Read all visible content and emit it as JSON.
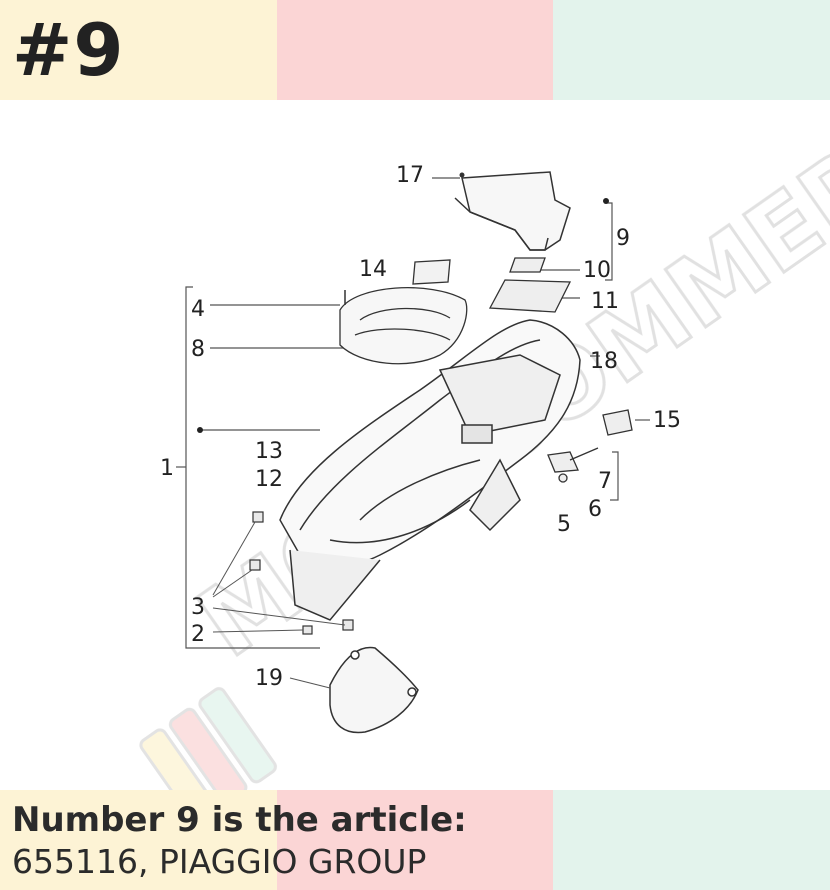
{
  "header": {
    "badge": "#9",
    "band_colors": [
      "#fdf3d5",
      "#fbd5d5",
      "#e3f3ec"
    ]
  },
  "footer": {
    "title": "Number 9 is the article:",
    "value": "655116, PIAGGIO GROUP",
    "band_colors": [
      "#fdf3d5",
      "#fbd5d5",
      "#e3f3ec"
    ]
  },
  "diagram": {
    "watermark": "MOTOCOMMERCIA",
    "part_numbers": [
      "1",
      "2",
      "3",
      "4",
      "5",
      "6",
      "7",
      "8",
      "9",
      "10",
      "11",
      "12",
      "13",
      "14",
      "15",
      "17",
      "18",
      "19"
    ]
  }
}
